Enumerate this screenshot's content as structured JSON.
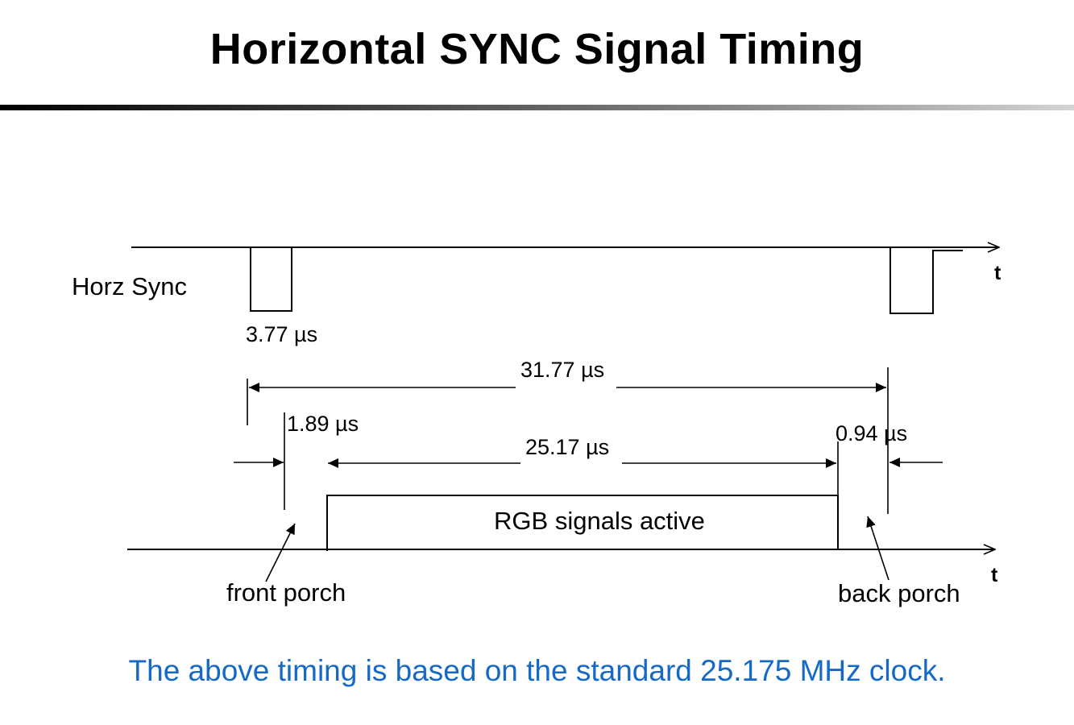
{
  "title": "Horizontal SYNC Signal Timing",
  "labels": {
    "horz_sync": "Horz Sync",
    "axis_t_top": "t",
    "axis_t_bottom": "t",
    "sync_pulse_width": "3.77 µs",
    "line_period": "31.77 µs",
    "front_porch_time": "1.89 µs",
    "active_time": "25.17 µs",
    "back_porch_time": "0.94 µs",
    "rgb_active": "RGB signals active",
    "front_porch": "front porch",
    "back_porch": "back porch"
  },
  "footnote": "The above timing is based on the  standard 25.175 MHz clock."
}
